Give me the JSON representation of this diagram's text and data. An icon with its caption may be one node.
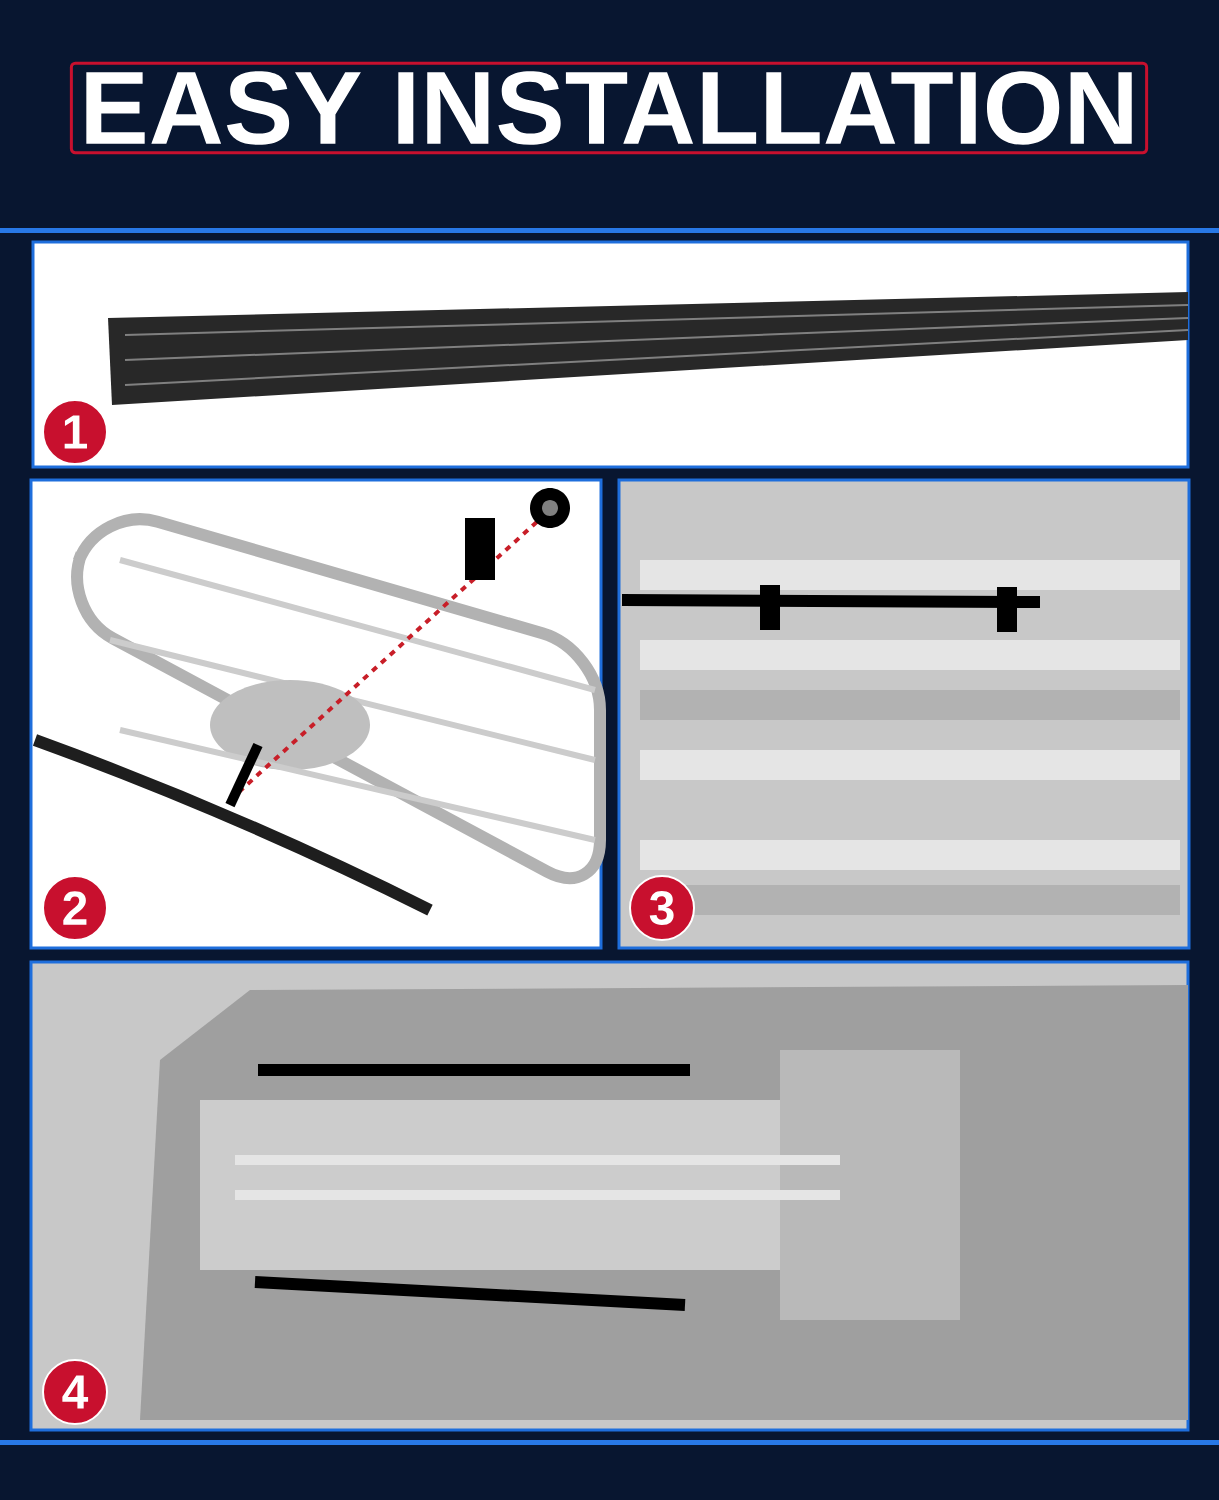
{
  "diagram": {
    "title": "EASY INSTALLATION",
    "nodes": [
      {
        "text": [
          "1"
        ]
      },
      {
        "text": [
          "2"
        ]
      },
      {
        "text": [
          "3"
        ]
      },
      {
        "text": [
          "4"
        ]
      }
    ]
  }
}
